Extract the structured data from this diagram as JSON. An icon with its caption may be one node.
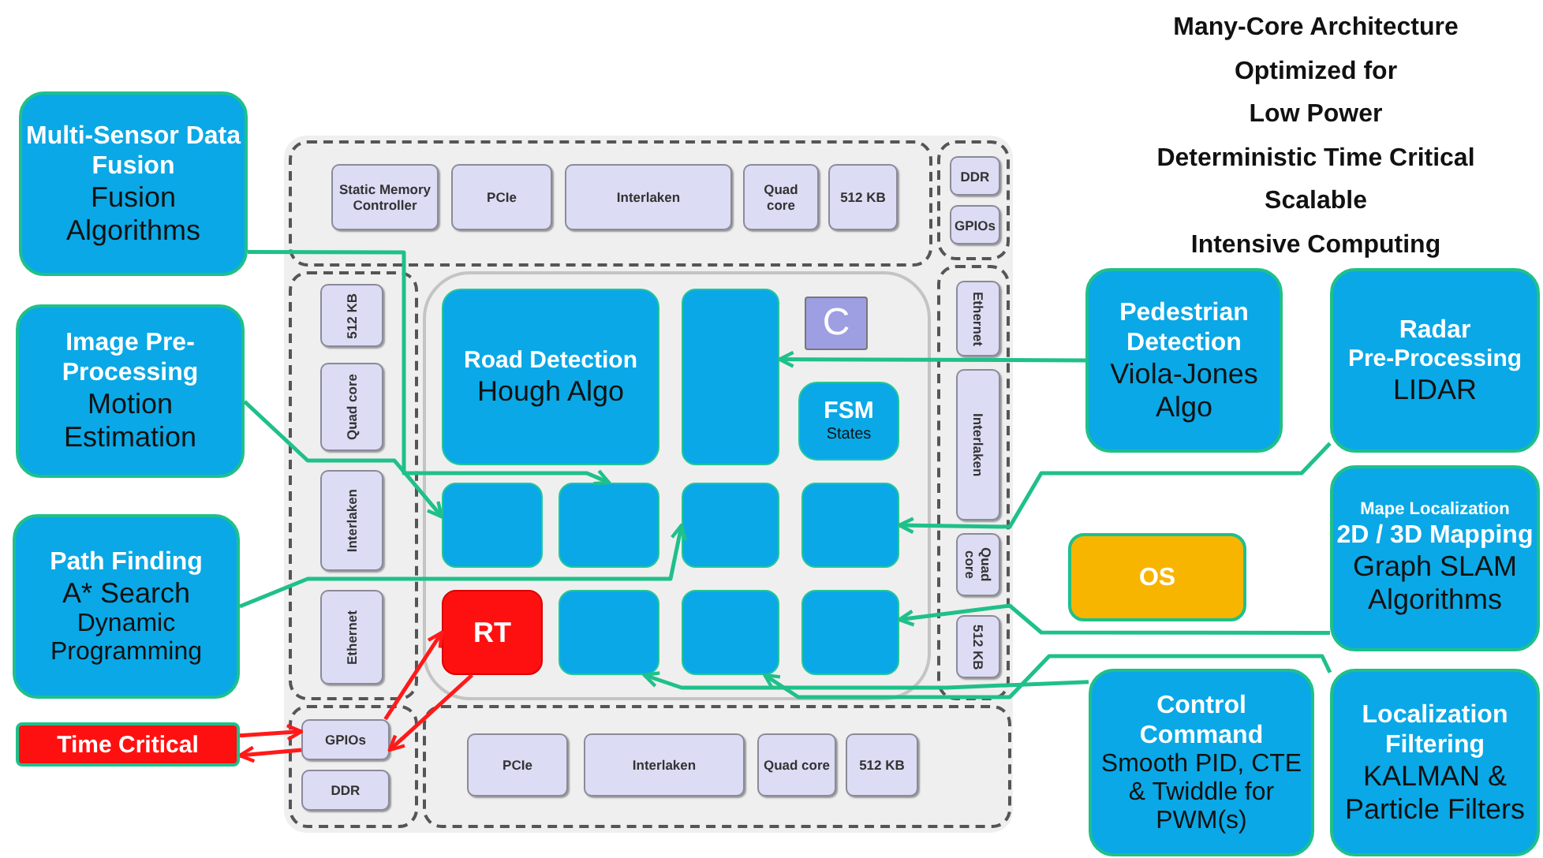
{
  "diagram": {
    "nodes": [
      {
        "text": [],
        "shape": "box"
      },
      {
        "text": [
          "Static Memory Controller"
        ],
        "in": 0
      },
      {
        "text": [
          "PCIe"
        ],
        "in": 0
      },
      {
        "text": [
          "Interlaken"
        ],
        "in": 0
      },
      {
        "text": [
          "Quad core"
        ],
        "in": 0
      },
      {
        "text": [
          "512 KB"
        ],
        "in": 0
      },
      {
        "text": [],
        "shape": "box"
      },
      {
        "text": [
          "DDR"
        ],
        "in": 6
      },
      {
        "text": [
          "GPIOs"
        ],
        "in": 6
      },
      {
        "text": [],
        "shape": "box"
      },
      {
        "text": [
          "512 KB"
        ],
        "in": 9
      },
      {
        "text": [
          "Quad core"
        ],
        "in": 9
      },
      {
        "text": [
          "Interlaken"
        ],
        "in": 9
      },
      {
        "text": [
          "Ethernet"
        ],
        "in": 9
      },
      {
        "text": [],
        "shape": "box"
      },
      {
        "text": [
          "Ethernet"
        ],
        "in": 14
      },
      {
        "text": [
          "Interlaken"
        ],
        "in": 14
      },
      {
        "text": [
          "Quad core"
        ],
        "in": 14
      },
      {
        "text": [
          "512 KB"
        ],
        "in": 14
      },
      {
        "text": [],
        "shape": "box"
      },
      {
        "text": [
          "GPIOs"
        ],
        "in": 19
      },
      {
        "text": [
          "DDR"
        ],
        "in": 19
      },
      {
        "text": [],
        "shape": "box"
      },
      {
        "text": [
          "PCIe"
        ],
        "in": 22
      },
      {
        "text": [
          "Interlaken"
        ],
        "in": 22
      },
      {
        "text": [
          "Quad core"
        ],
        "in": 22
      },
      {
        "text": [
          "512 KB"
        ],
        "in": 22
      },
      {
        "text": [],
        "shape": "box"
      },
      {
        "text": [
          "Road Detection",
          "Hough Algo"
        ],
        "in": 27
      },
      {
        "text": [],
        "shape": "box",
        "in": 27
      },
      {
        "text": [
          "C"
        ],
        "in": 27
      },
      {
        "text": [
          "FSM",
          "States"
        ],
        "in": 27
      },
      {
        "text": [],
        "shape": "box",
        "in": 27
      },
      {
        "text": [],
        "shape": "box",
        "in": 27
      },
      {
        "text": [],
        "shape": "box",
        "in": 27
      },
      {
        "text": [],
        "shape": "box",
        "in": 27
      },
      {
        "text": [
          "RT"
        ],
        "in": 27
      },
      {
        "text": [],
        "shape": "box",
        "in": 27
      },
      {
        "text": [],
        "shape": "box",
        "in": 27
      },
      {
        "text": [],
        "shape": "box",
        "in": 27
      },
      {
        "text": [
          "Multi-Sensor Data Fusion",
          "Fusion Algorithms"
        ]
      },
      {
        "text": [
          "Image Pre-Processing",
          "Motion Estimation"
        ]
      },
      {
        "text": [
          "Path Finding",
          "A* Search",
          "Dynamic Programming"
        ]
      },
      {
        "text": [
          "Time Critical"
        ]
      },
      {
        "text": [
          "Pedestrian Detection",
          "Viola-Jones Algo"
        ]
      },
      {
        "text": [
          "Radar",
          "Pre-Processing",
          "LIDAR"
        ]
      },
      {
        "text": [
          "OS"
        ]
      },
      {
        "text": [
          "Mape Localization",
          "2D / 3D Mapping",
          "Graph SLAM Algorithms"
        ]
      },
      {
        "text": [
          "Control Command",
          "Smooth PID, CTE & Twiddle for PWM(s)"
        ]
      },
      {
        "text": [
          "Localization Filtering",
          "KALMAN & Particle Filters"
        ]
      }
    ],
    "edges": [
      {
        "from": 40,
        "to": 33,
        "arrow": "to"
      },
      {
        "from": 41,
        "to": 32,
        "arrow": "to"
      },
      {
        "from": 42,
        "to": 34,
        "arrow": "to"
      },
      {
        "from": 44,
        "to": 29,
        "arrow": "to"
      },
      {
        "from": 45,
        "to": 35,
        "arrow": "to"
      },
      {
        "from": 47,
        "to": 39,
        "arrow": "to"
      },
      {
        "from": 49,
        "to": 38,
        "arrow": "to"
      },
      {
        "from": 48,
        "to": 37,
        "arrow": "to"
      },
      {
        "from": 43,
        "to": 20,
        "arrow": "to",
        "color": "#ff1a1a"
      },
      {
        "from": 20,
        "to": 43,
        "arrow": "to",
        "color": "#ff1a1a"
      },
      {
        "from": 20,
        "to": 36,
        "arrow": "to",
        "color": "#ff1a1a"
      },
      {
        "from": 36,
        "to": 20,
        "arrow": "to",
        "color": "#ff1a1a"
      }
    ],
    "labels": [
      "Many-Core Architecture",
      "Optimized for",
      "Low Power",
      "Deterministic Time Critical",
      "Scalable",
      "Intensive Computing"
    ]
  }
}
